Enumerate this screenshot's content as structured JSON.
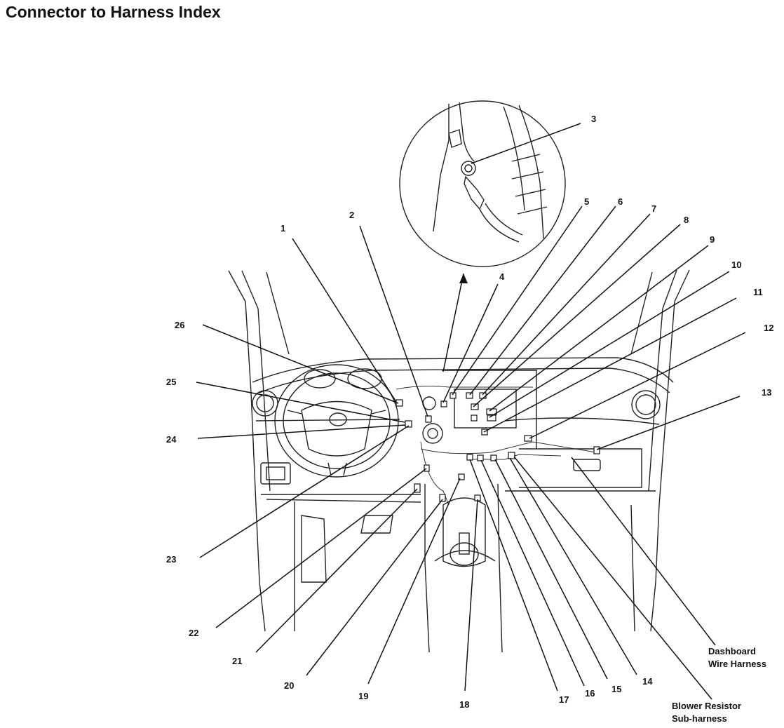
{
  "title": "Connector to Harness Index",
  "numbers": [
    "1",
    "2",
    "3",
    "4",
    "5",
    "6",
    "7",
    "8",
    "9",
    "10",
    "11",
    "12",
    "13",
    "14",
    "15",
    "16",
    "17",
    "18",
    "19",
    "20",
    "21",
    "22",
    "23",
    "24",
    "25",
    "26"
  ],
  "named_labels": {
    "dashboard_line1": "Dashboard",
    "dashboard_line2": "Wire Harness",
    "blower_line1": "Blower Resistor",
    "blower_line2": "Sub-harness"
  }
}
